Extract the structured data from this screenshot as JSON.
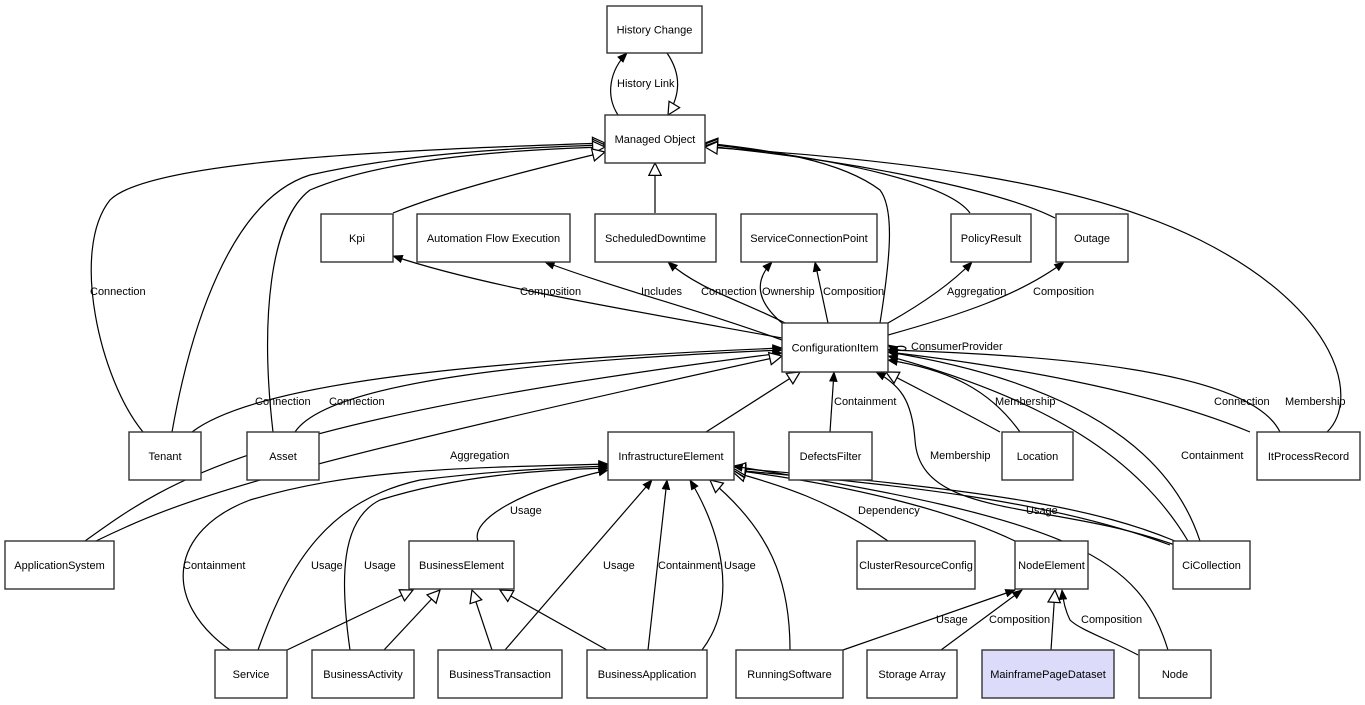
{
  "diagram": {
    "title": "Managed Object class model",
    "nodes": [
      {
        "id": "history_change",
        "label": "History Change"
      },
      {
        "id": "managed_object",
        "label": "Managed Object"
      },
      {
        "id": "kpi",
        "label": "Kpi"
      },
      {
        "id": "automation_flow",
        "label": "Automation Flow Execution"
      },
      {
        "id": "scheduled_downtime",
        "label": "ScheduledDowntime"
      },
      {
        "id": "service_connection_point",
        "label": "ServiceConnectionPoint"
      },
      {
        "id": "policy_result",
        "label": "PolicyResult"
      },
      {
        "id": "outage",
        "label": "Outage"
      },
      {
        "id": "configuration_item",
        "label": "ConfigurationItem"
      },
      {
        "id": "tenant",
        "label": "Tenant"
      },
      {
        "id": "asset",
        "label": "Asset"
      },
      {
        "id": "infrastructure_element",
        "label": "InfrastructureElement"
      },
      {
        "id": "defects_filter",
        "label": "DefectsFilter"
      },
      {
        "id": "location",
        "label": "Location"
      },
      {
        "id": "it_process_record",
        "label": "ItProcessRecord"
      },
      {
        "id": "application_system",
        "label": "ApplicationSystem"
      },
      {
        "id": "business_element",
        "label": "BusinessElement"
      },
      {
        "id": "cluster_resource_config",
        "label": "ClusterResourceConfig"
      },
      {
        "id": "node_element",
        "label": "NodeElement"
      },
      {
        "id": "ci_collection",
        "label": "CiCollection"
      },
      {
        "id": "service",
        "label": "Service"
      },
      {
        "id": "business_activity",
        "label": "BusinessActivity"
      },
      {
        "id": "business_transaction",
        "label": "BusinessTransaction"
      },
      {
        "id": "business_application",
        "label": "BusinessApplication"
      },
      {
        "id": "running_software",
        "label": "RunningSoftware"
      },
      {
        "id": "storage_array",
        "label": "Storage Array"
      },
      {
        "id": "mainframe_page_dataset",
        "label": "MainframePageDataset",
        "highlighted": true
      },
      {
        "id": "node",
        "label": "Node"
      }
    ],
    "edge_labels": [
      "History Link",
      "Connection",
      "Composition",
      "Includes",
      "Connection",
      "Ownership",
      "Composition",
      "Aggregation",
      "Composition",
      "ConsumerProvider",
      "Connection",
      "Connection",
      "Containment",
      "Membership",
      "Aggregation",
      "Membership",
      "Containment",
      "Connection",
      "Membership",
      "Usage",
      "Dependency",
      "Usage",
      "Containment",
      "Usage",
      "Usage",
      "Usage",
      "Containment",
      "Usage",
      "Usage",
      "Composition",
      "Composition"
    ],
    "highlight_color": "#dcdcfa"
  }
}
